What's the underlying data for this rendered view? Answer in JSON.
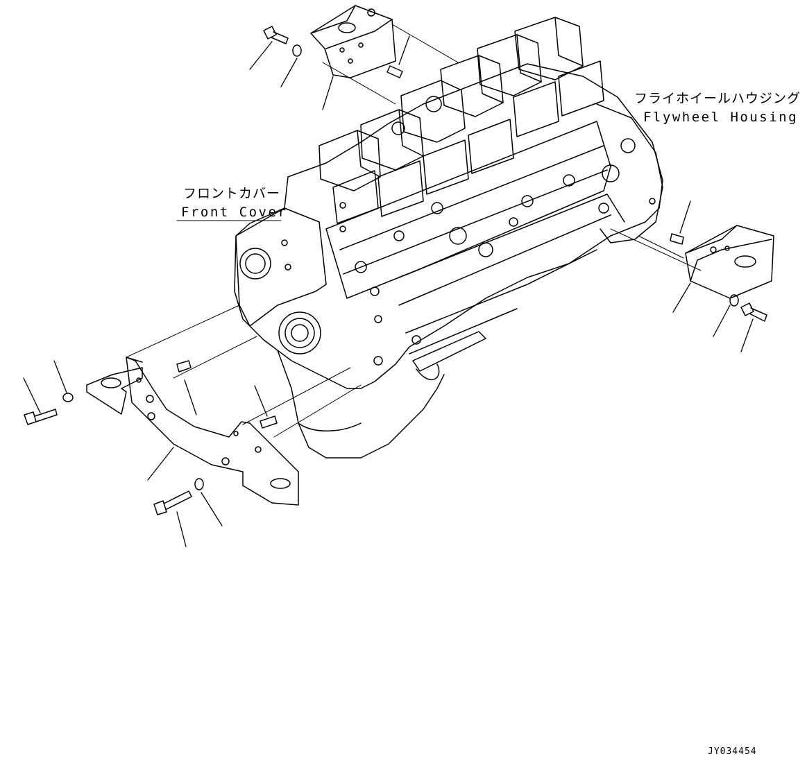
{
  "labels": {
    "flywheel_housing": {
      "jp": "フライホイールハウジング",
      "en": "Flywheel Housing"
    },
    "front_cover": {
      "jp": "フロントカバー",
      "en": "Front Cover"
    }
  },
  "drawing_code": "JY034454",
  "colors": {
    "line": "#000000",
    "background": "#ffffff"
  }
}
